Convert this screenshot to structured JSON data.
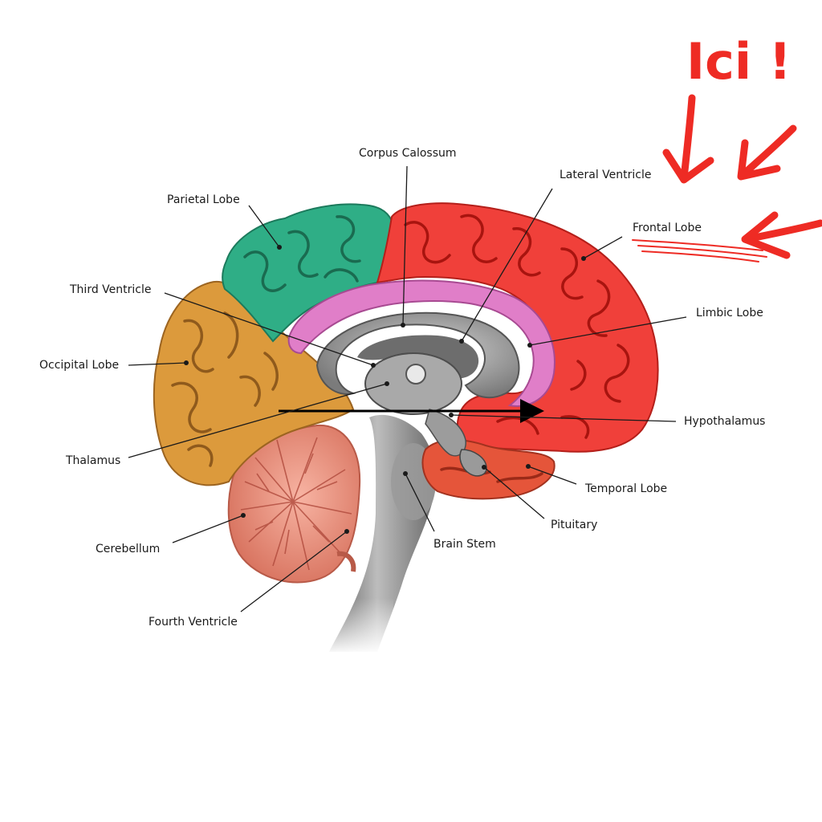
{
  "labels": {
    "corpus_calossum": "Corpus Calossum",
    "lateral_ventricle": "Lateral Ventricle",
    "parietal_lobe": "Parietal Lobe",
    "frontal_lobe": "Frontal Lobe",
    "third_ventricle": "Third Ventricle",
    "limbic_lobe": "Limbic Lobe",
    "occipital_lobe": "Occipital Lobe",
    "hypothalamus": "Hypothalamus",
    "thalamus": "Thalamus",
    "temporal_lobe": "Temporal Lobe",
    "pituitary": "Pituitary",
    "cerebellum": "Cerebellum",
    "brain_stem": "Brain Stem",
    "fourth_ventricle": "Fourth Ventricle"
  },
  "annotation": {
    "text": "Ici !",
    "color": "#ee2b24"
  },
  "colors": {
    "frontal": "#f0403a",
    "parietal": "#2fae86",
    "occipital": "#dc9a3c",
    "limbic": "#e07ec8",
    "temporal": "#e5553a",
    "cerebellum": "#ee9580",
    "stem": "#8a8a8a"
  }
}
